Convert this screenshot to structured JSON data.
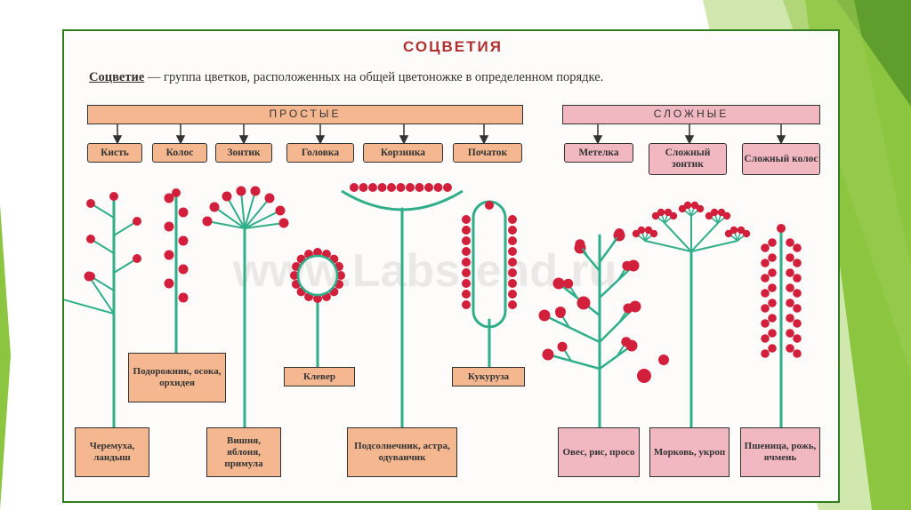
{
  "slide": {
    "title": "СОЦВЕТИЯ",
    "definition_term": "Соцветие",
    "definition_text": " — группа цветков, расположенных на общей цветоножке в определенном порядке.",
    "watermark": "www.Labstend.ru"
  },
  "groups": {
    "simple": "ПРОСТЫЕ",
    "complex": "СЛОЖНЫЕ"
  },
  "categories_simple": [
    "Кисть",
    "Колос",
    "Зонтик",
    "Головка",
    "Корзинка",
    "Початок"
  ],
  "categories_complex": [
    "Метелка",
    "Сложный зонтик",
    "Сложный колос"
  ],
  "examples": {
    "raceme": "Черемуха, ландыш",
    "spike": "Подорожник, осока, орхидея",
    "umbel": "Вишня, яблоня, примула",
    "head": "Клевер",
    "capitulum": "Подсолнечник, астра, одуванчик",
    "spadix": "Кукуруза",
    "panicle": "Овес, рис, просо",
    "compound_umbel": "Морковь, укроп",
    "compound_spike": "Пшеница, рожь, ячмень"
  },
  "colors": {
    "stem": "#2fae8a",
    "flower": "#d21f3c",
    "simple_fill": "#f4b78f",
    "complex_fill": "#f2b8c2",
    "frame": "#2f7d1e",
    "accent_green": "#7dbb3c"
  }
}
